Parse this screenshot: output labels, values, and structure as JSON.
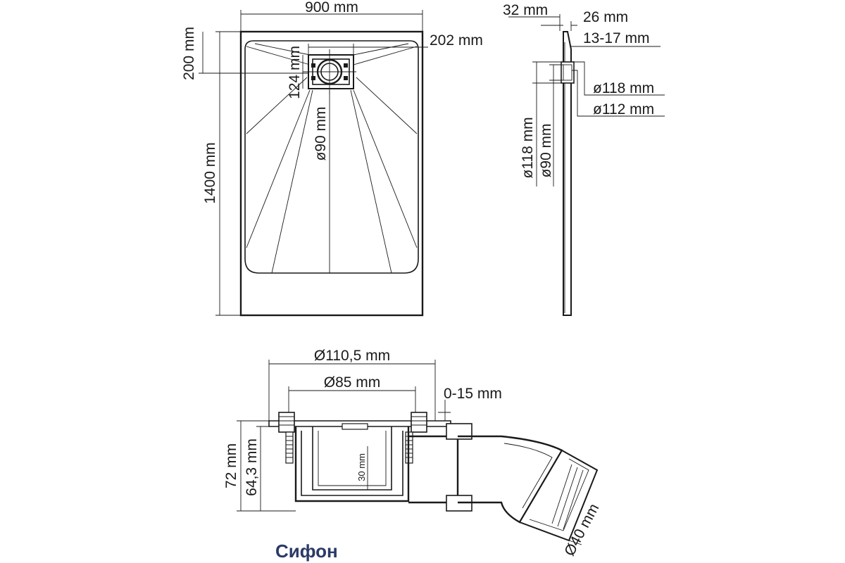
{
  "tray_top_view": {
    "width_label": "900 mm",
    "length_label": "1400 mm",
    "drain_offset_label": "200 mm",
    "drain_box_width_label": "202 mm",
    "drain_box_height_label": "124 mm",
    "drain_diameter_label": "ø90 mm"
  },
  "side_profile": {
    "total_width_label": "32 mm",
    "inner_width_label": "26 mm",
    "thickness_label": "13-17 mm",
    "outer_diameter_label": "ø118 mm",
    "inner_diameter_label": "ø112 mm",
    "vertical_outer_label": "ø118 mm",
    "vertical_inner_label": "ø90 mm"
  },
  "siphon": {
    "caption": "Сифон",
    "outer_diameter_label": "Ø110,5 mm",
    "inner_diameter_label": "Ø85 mm",
    "adjust_label": "0-15 mm",
    "height_total_label": "72 mm",
    "height_body_label": "64,3 mm",
    "water_seal_label": "30 mm",
    "outlet_diameter_label": "Ø40 mm"
  }
}
